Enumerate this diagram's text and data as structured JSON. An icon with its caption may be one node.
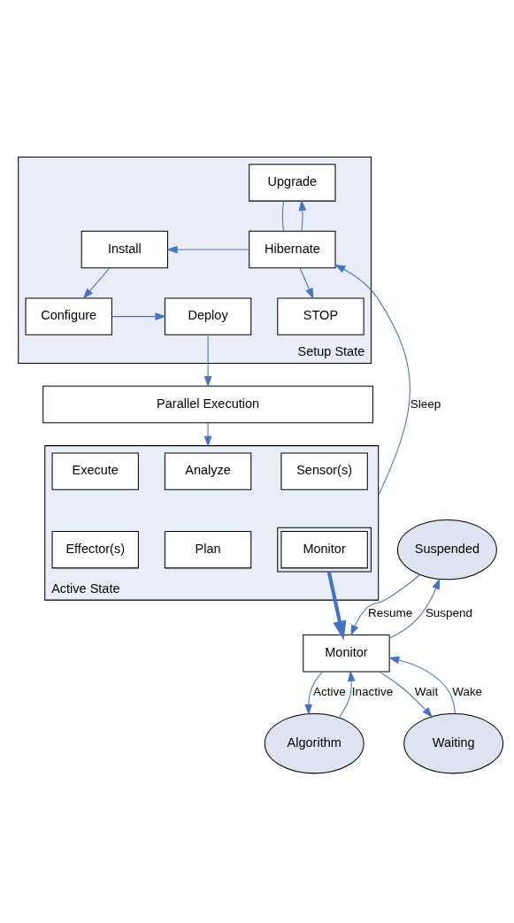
{
  "diagram": {
    "nodes": [
      {
        "text": [
          "Setup State"
        ]
      },
      {
        "text": [
          "Upgrade"
        ],
        "in": 0
      },
      {
        "text": [
          "Hibernate"
        ],
        "in": 0
      },
      {
        "text": [
          "Install"
        ],
        "in": 0
      },
      {
        "text": [
          "STOP"
        ],
        "in": 0
      },
      {
        "text": [
          "Deploy"
        ],
        "in": 0
      },
      {
        "text": [
          "Configure"
        ],
        "in": 0
      },
      {
        "text": [
          "Parallel Execution"
        ]
      },
      {
        "text": [
          "Active State"
        ]
      },
      {
        "text": [
          "Sensor(s)"
        ],
        "in": 8
      },
      {
        "text": [
          "Analyze"
        ],
        "in": 8
      },
      {
        "text": [
          "Execute"
        ],
        "in": 8
      },
      {
        "text": [
          "Monitor"
        ],
        "in": 8
      },
      {
        "text": [
          "Plan"
        ],
        "in": 8
      },
      {
        "text": [
          "Effector(s)"
        ],
        "in": 8
      },
      {
        "text": [
          "Suspended"
        ]
      },
      {
        "text": [
          "Algorithm"
        ]
      },
      {
        "text": [
          "Monitor"
        ]
      },
      {
        "text": [
          "Waiting"
        ]
      }
    ],
    "edges": [
      {
        "from": 2,
        "to": 1,
        "arrow": "to"
      },
      {
        "from": 1,
        "to": 2,
        "arrow": "none"
      },
      {
        "from": 2,
        "to": 3,
        "arrow": "to"
      },
      {
        "from": 2,
        "to": 4,
        "arrow": "to"
      },
      {
        "from": 3,
        "to": 6,
        "arrow": "to"
      },
      {
        "from": 6,
        "to": 5,
        "arrow": "to"
      },
      {
        "from": 5,
        "to": 7,
        "arrow": "to"
      },
      {
        "from": 7,
        "to": 8,
        "arrow": "to"
      },
      {
        "from": 8,
        "to": 2,
        "arrow": "to",
        "label": "Sleep"
      },
      {
        "from": 12,
        "to": 17,
        "arrow": "to",
        "style": "thick"
      },
      {
        "from": 15,
        "to": 17,
        "arrow": "to",
        "label": "Resume"
      },
      {
        "from": 17,
        "to": 15,
        "arrow": "to",
        "label": "Suspend"
      },
      {
        "from": 17,
        "to": 16,
        "arrow": "to",
        "label": "Active"
      },
      {
        "from": 16,
        "to": 17,
        "arrow": "to",
        "label": "Inactive"
      },
      {
        "from": 17,
        "to": 18,
        "arrow": "to",
        "label": "Wait"
      },
      {
        "from": 18,
        "to": 17,
        "arrow": "to",
        "label": "Wake"
      }
    ]
  }
}
